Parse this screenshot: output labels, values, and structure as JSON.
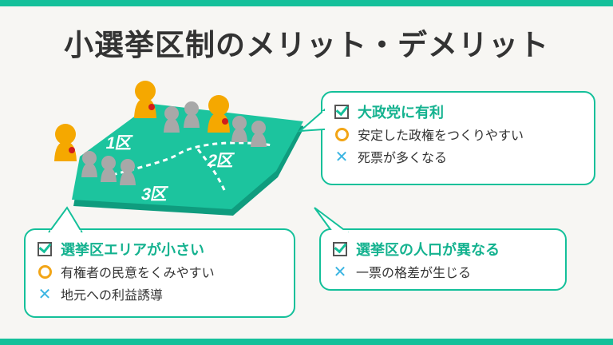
{
  "title": "小選挙区制のメリット・デメリット",
  "map": {
    "district_labels": [
      "1区",
      "2区",
      "3区"
    ]
  },
  "boxes": {
    "major_party": {
      "heading": "大政党に有利",
      "items": [
        {
          "icon": "circle-icon",
          "text": "安定した政権をつくりやすい"
        },
        {
          "icon": "cross-icon",
          "text": "死票が多くなる"
        }
      ]
    },
    "small_area": {
      "heading": "選挙区エリアが小さい",
      "items": [
        {
          "icon": "circle-icon",
          "text": "有権者の民意をくみやすい"
        },
        {
          "icon": "cross-icon",
          "text": "地元への利益誘導"
        }
      ]
    },
    "population": {
      "heading": "選挙区の人口が異なる",
      "items": [
        {
          "icon": "cross-icon",
          "text": "一票の格差が生じる"
        }
      ]
    }
  },
  "colors": {
    "accent": "#14c09a",
    "heading": "#14b28f",
    "merit": "#f2a516",
    "demerit": "#3bb5e2",
    "winner": "#f5a800",
    "loser": "#a8a8a8"
  }
}
